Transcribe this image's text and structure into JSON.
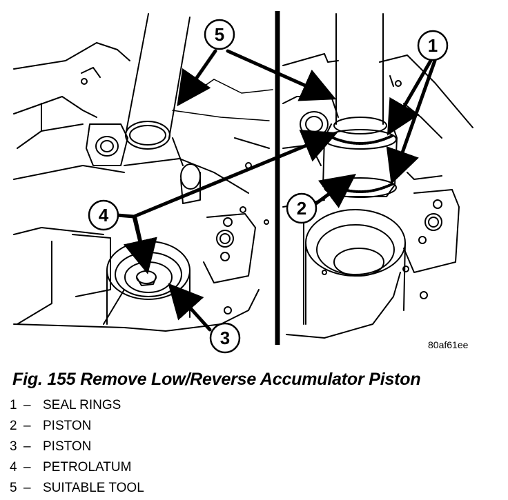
{
  "figure": {
    "image_id": "80af61ee",
    "callouts": [
      "1",
      "2",
      "3",
      "4",
      "5"
    ]
  },
  "caption": "Fig. 155 Remove Low/Reverse Accumulator Piston",
  "legend": [
    {
      "num": "1",
      "sep": "–",
      "label": "SEAL RINGS"
    },
    {
      "num": "2",
      "sep": "–",
      "label": "PISTON"
    },
    {
      "num": "3",
      "sep": "–",
      "label": "PISTON"
    },
    {
      "num": "4",
      "sep": "–",
      "label": "PETROLATUM"
    },
    {
      "num": "5",
      "sep": "–",
      "label": "SUITABLE TOOL"
    }
  ]
}
